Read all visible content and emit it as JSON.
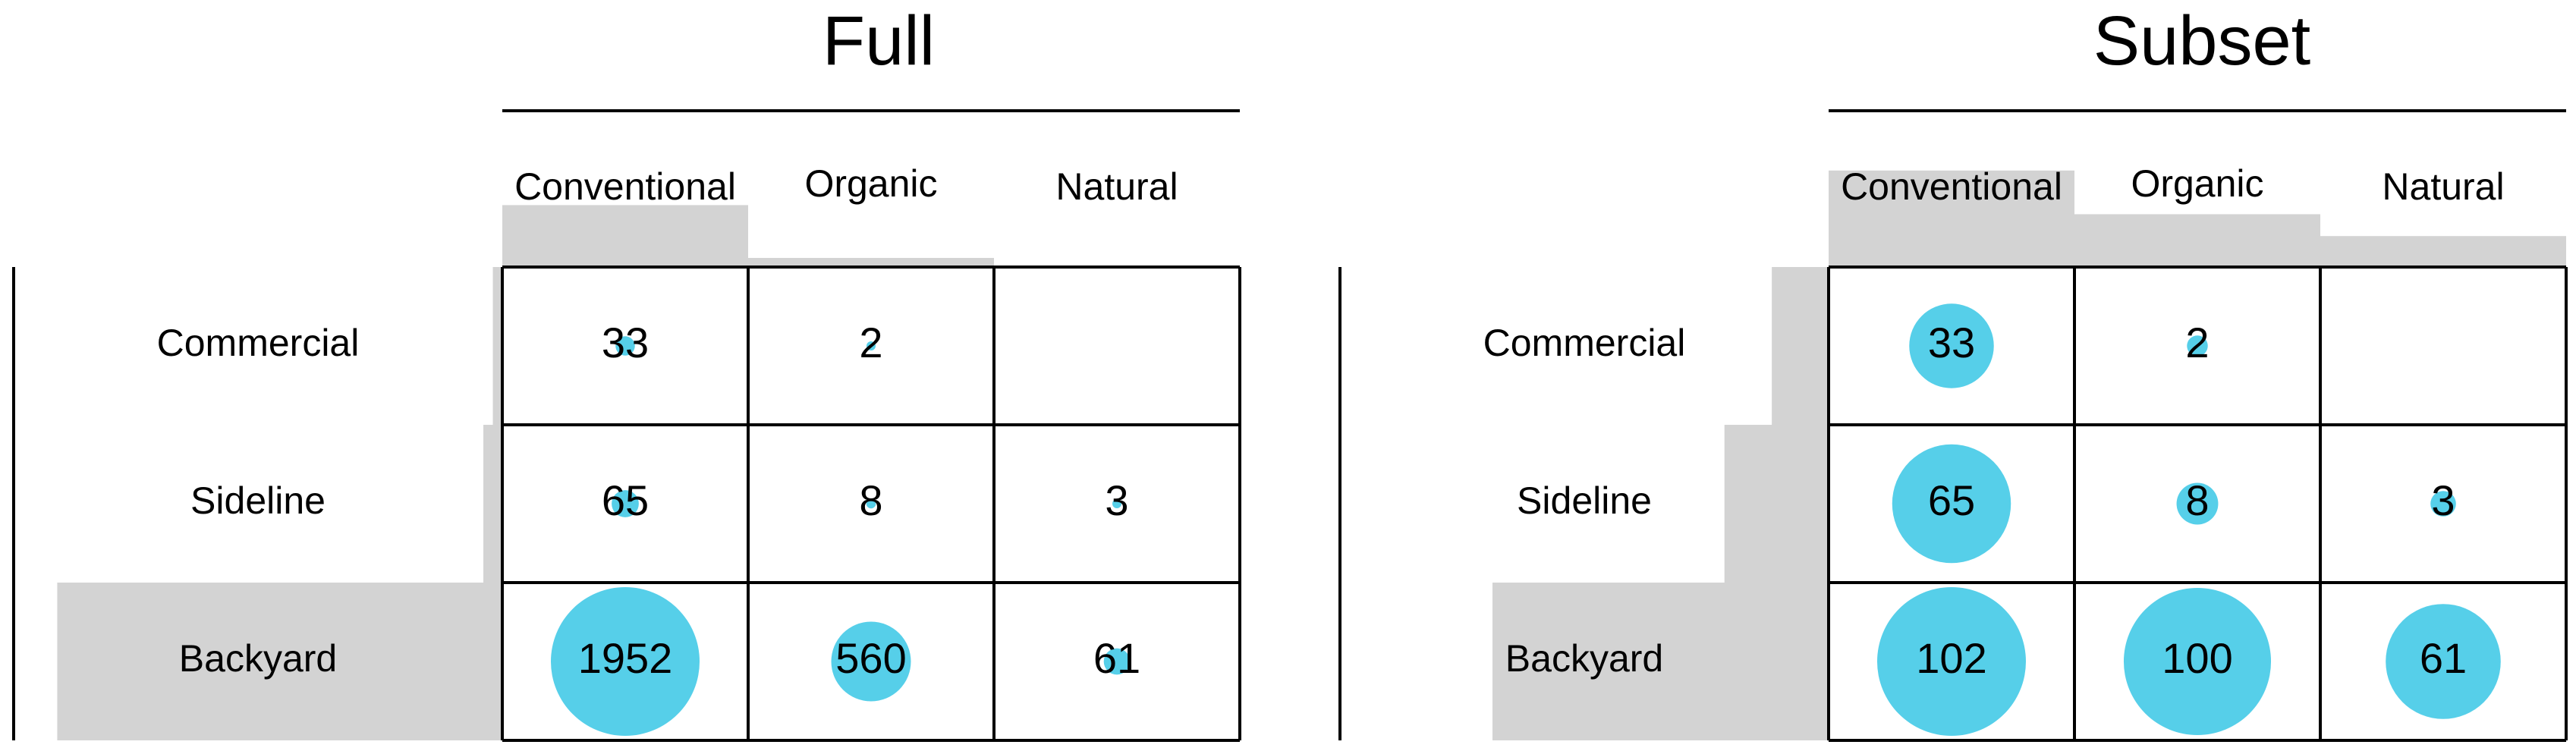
{
  "chart_data": [
    {
      "type": "table",
      "title": "Full",
      "columns": [
        "Conventional",
        "Organic",
        "Natural"
      ],
      "rows": [
        "Commercial",
        "Sideline",
        "Backyard"
      ],
      "cells": [
        [
          33,
          2,
          null
        ],
        [
          65,
          8,
          3
        ],
        [
          1952,
          560,
          61
        ]
      ],
      "column_marginal_bars": [
        0.34,
        0.05,
        0.0
      ],
      "row_marginal_bars": [
        0.02,
        0.04,
        0.94
      ]
    },
    {
      "type": "table",
      "title": "Subset",
      "columns": [
        "Conventional",
        "Organic",
        "Natural"
      ],
      "rows": [
        "Commercial",
        "Sideline",
        "Backyard"
      ],
      "cells": [
        [
          33,
          2,
          null
        ],
        [
          65,
          8,
          3
        ],
        [
          102,
          100,
          61
        ]
      ],
      "column_marginal_bars": [
        0.53,
        0.29,
        0.17
      ],
      "row_marginal_bars": [
        0.12,
        0.22,
        0.71
      ]
    }
  ],
  "colors": {
    "bubble": "#56cfe9",
    "marginal_bar": "#d3d3d3",
    "grid": "#000000"
  }
}
